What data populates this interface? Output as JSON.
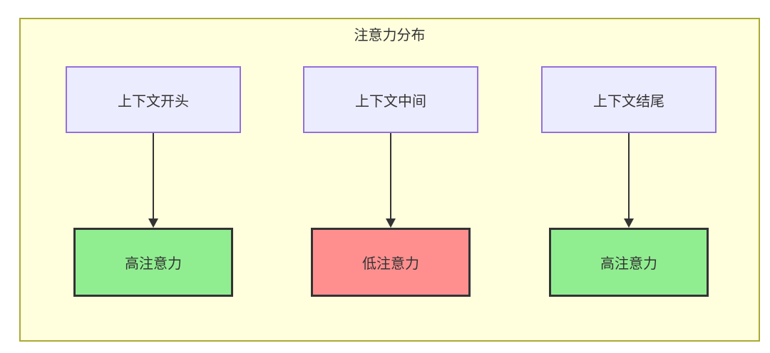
{
  "diagram": {
    "type": "flowchart",
    "title": "注意力分布",
    "nodes": {
      "sources": [
        {
          "id": "context-start",
          "label": "上下文开头"
        },
        {
          "id": "context-middle",
          "label": "上下文中间"
        },
        {
          "id": "context-end",
          "label": "上下文结尾"
        }
      ],
      "results": [
        {
          "id": "attention-start",
          "label": "高注意力",
          "level": "high"
        },
        {
          "id": "attention-middle",
          "label": "低注意力",
          "level": "low"
        },
        {
          "id": "attention-end",
          "label": "高注意力",
          "level": "high"
        }
      ]
    },
    "edges": [
      {
        "from": "上下文开头",
        "to": "高注意力",
        "arrow": "down-arrow"
      },
      {
        "from": "上下文中间",
        "to": "低注意力",
        "arrow": "down-arrow"
      },
      {
        "from": "上下文结尾",
        "to": "高注意力",
        "arrow": "down-arrow"
      }
    ],
    "colors": {
      "page_background": "#ffffff",
      "container_background": "#ffffde",
      "container_border": "#aaaa33",
      "source_node_background": "#ececff",
      "source_node_border": "#9370db",
      "high_attention_background": "#90ee90",
      "low_attention_background": "#ff8f8f",
      "result_node_border": "#333333",
      "arrow_color": "#333333",
      "text_color": "#333333"
    }
  }
}
